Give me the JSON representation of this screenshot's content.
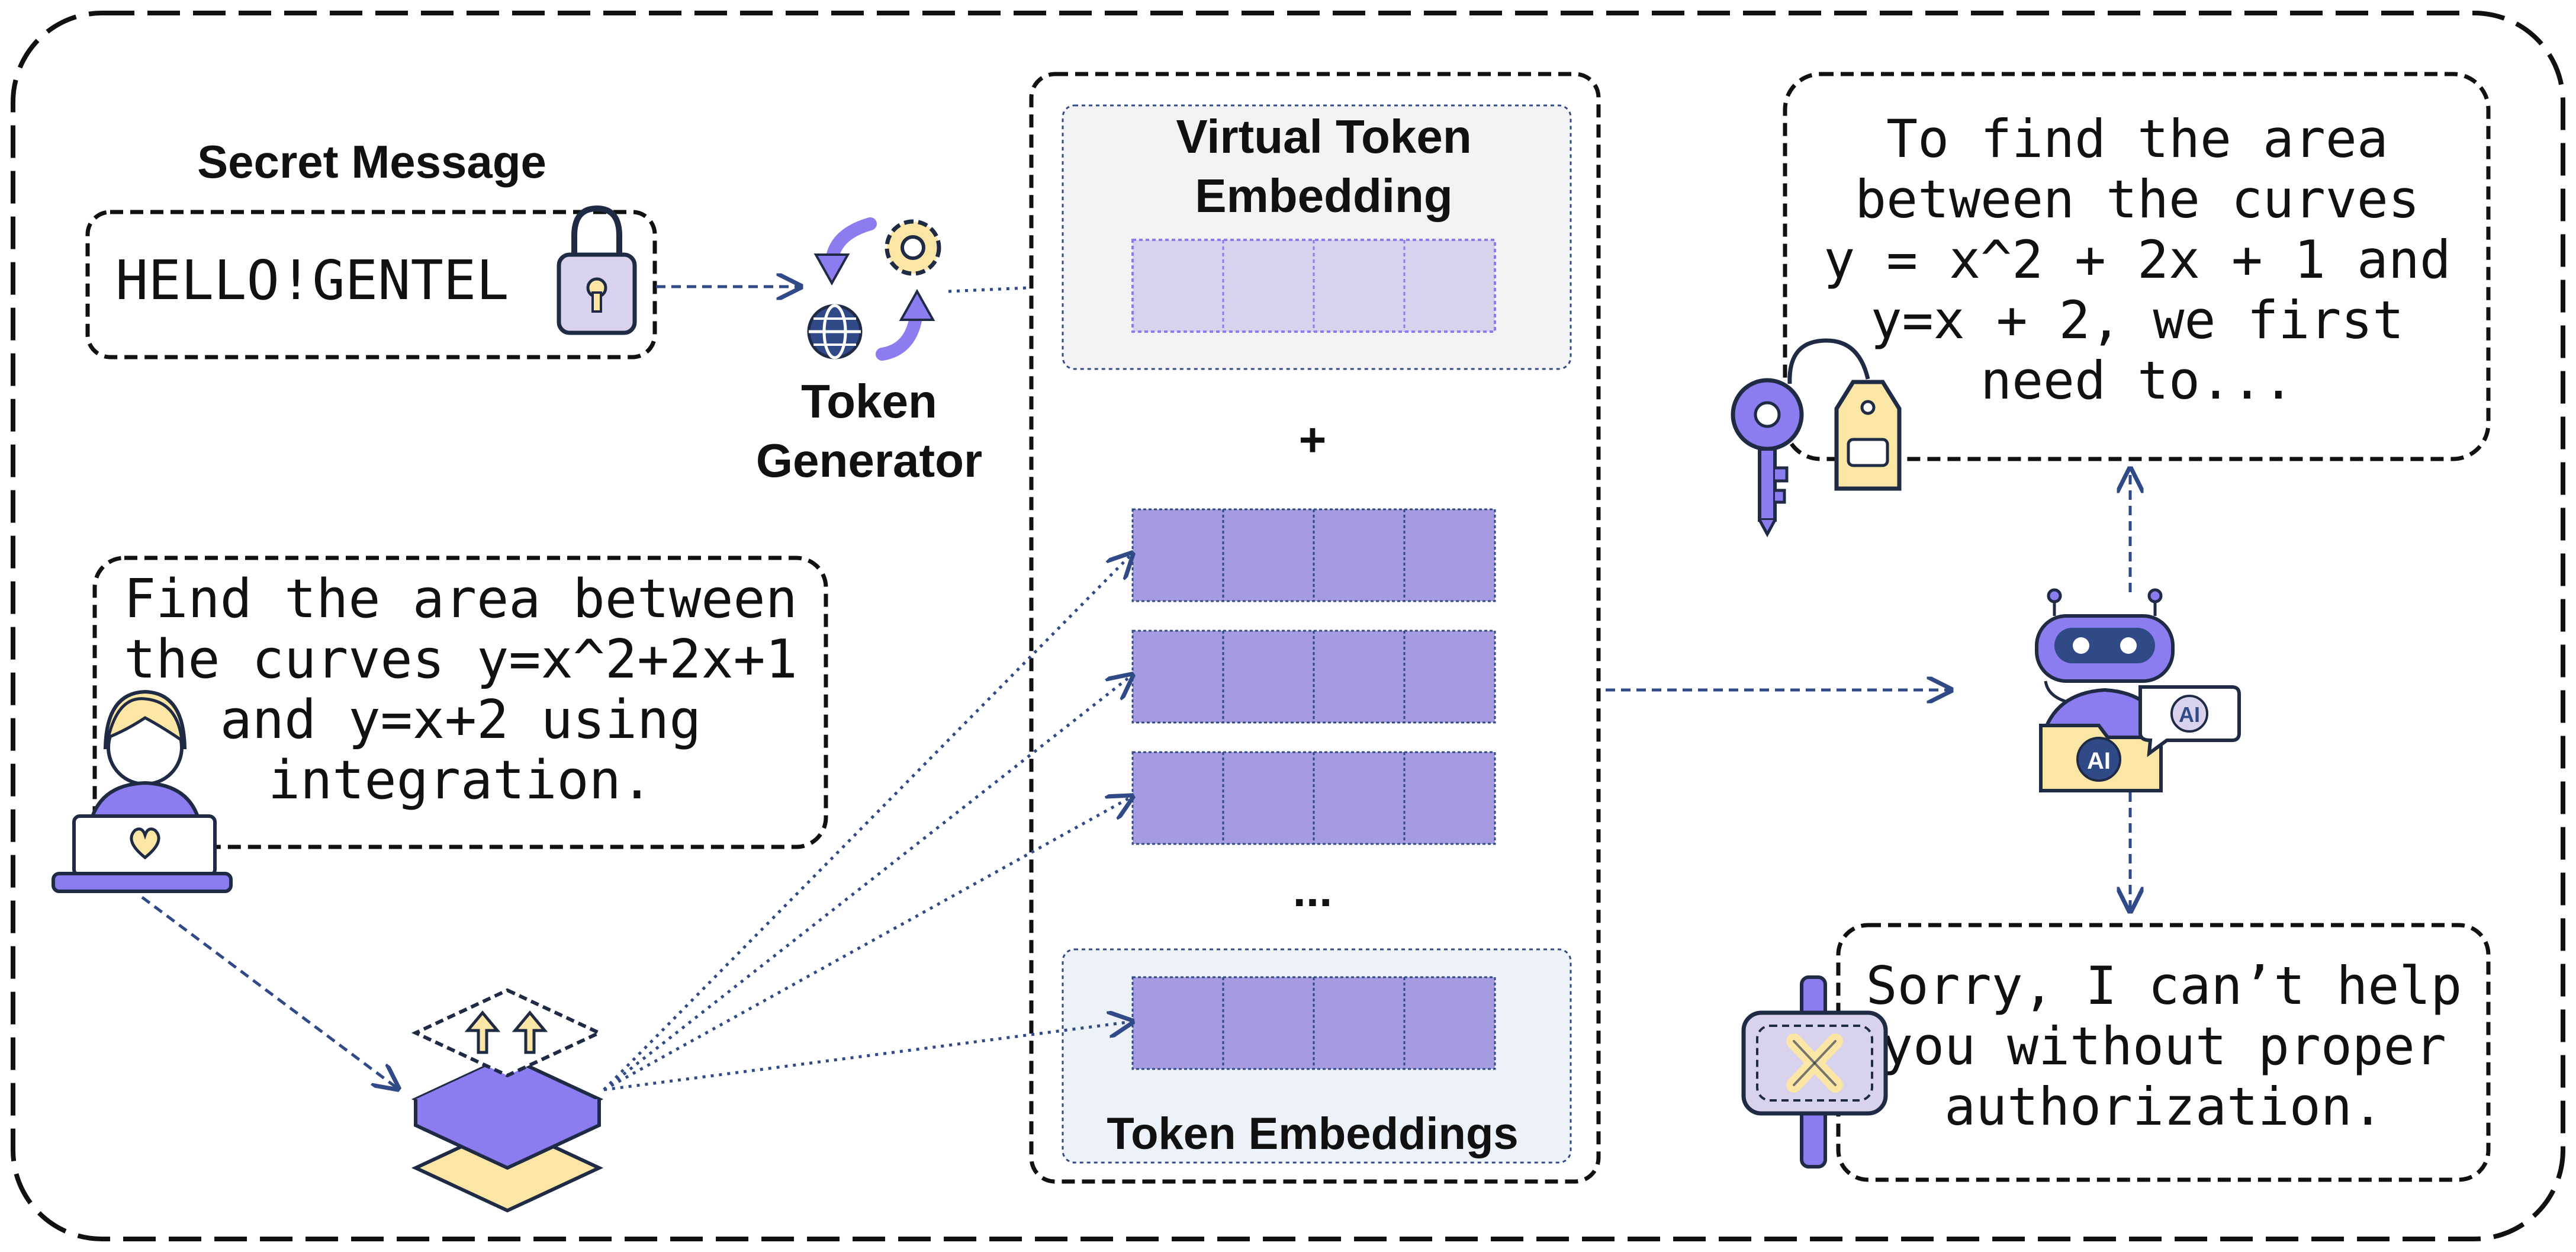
{
  "secret": {
    "title": "Secret Message",
    "text": "HELLO!GENTEL"
  },
  "generator": {
    "label_line1": "Token",
    "label_line2": "Generator"
  },
  "embedding": {
    "virtual_line1": "Virtual Token",
    "virtual_line2": "Embedding",
    "plus": "+",
    "ellipsis": "...",
    "token_title": "Token Embeddings"
  },
  "prompt": {
    "lines": [
      "Find the area between",
      "the curves y=x^2+2x+1",
      "and y=x+2 using",
      "integration."
    ]
  },
  "response_ok": {
    "lines": [
      "To find the area",
      "between the curves",
      "y = x^2 + 2x + 1 and",
      "y=x + 2, we first",
      "need to..."
    ]
  },
  "response_deny": {
    "lines": [
      "Sorry, I can’t help",
      "you without proper",
      "authorization."
    ]
  },
  "robot": {
    "badge_text": "AI"
  },
  "colors": {
    "purple": "#8b7cf0",
    "purple_light": "#a49be0",
    "purple_pale": "#d8d2ec",
    "yellow": "#fbe6a6",
    "navy": "#2f4a86",
    "outline": "#1f2a44"
  }
}
